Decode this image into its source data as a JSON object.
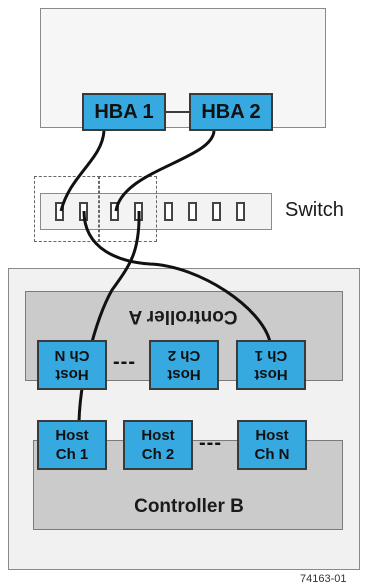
{
  "host": {
    "hba1_label": "HBA 1",
    "hba2_label": "HBA 2"
  },
  "switch": {
    "label": "Switch",
    "port_count": 8
  },
  "storage": {
    "controller_a": {
      "label": "Controller A",
      "channels": [
        {
          "line1": "Host",
          "line2": "Ch 1"
        },
        {
          "line1": "Host",
          "line2": "Ch 2"
        },
        {
          "line1": "Host",
          "line2": "Ch N"
        }
      ],
      "ellipsis": "---"
    },
    "controller_b": {
      "label": "Controller B",
      "channels": [
        {
          "line1": "Host",
          "line2": "Ch 1"
        },
        {
          "line1": "Host",
          "line2": "Ch 2"
        },
        {
          "line1": "Host",
          "line2": "Ch N"
        }
      ],
      "ellipsis": "---"
    }
  },
  "figure_id": "74163-01",
  "colors": {
    "component_blue": "#36a9e1",
    "controller_gray": "#cbcbcb",
    "enclosure_gray": "#f1f1f1",
    "cable": "#111111"
  }
}
